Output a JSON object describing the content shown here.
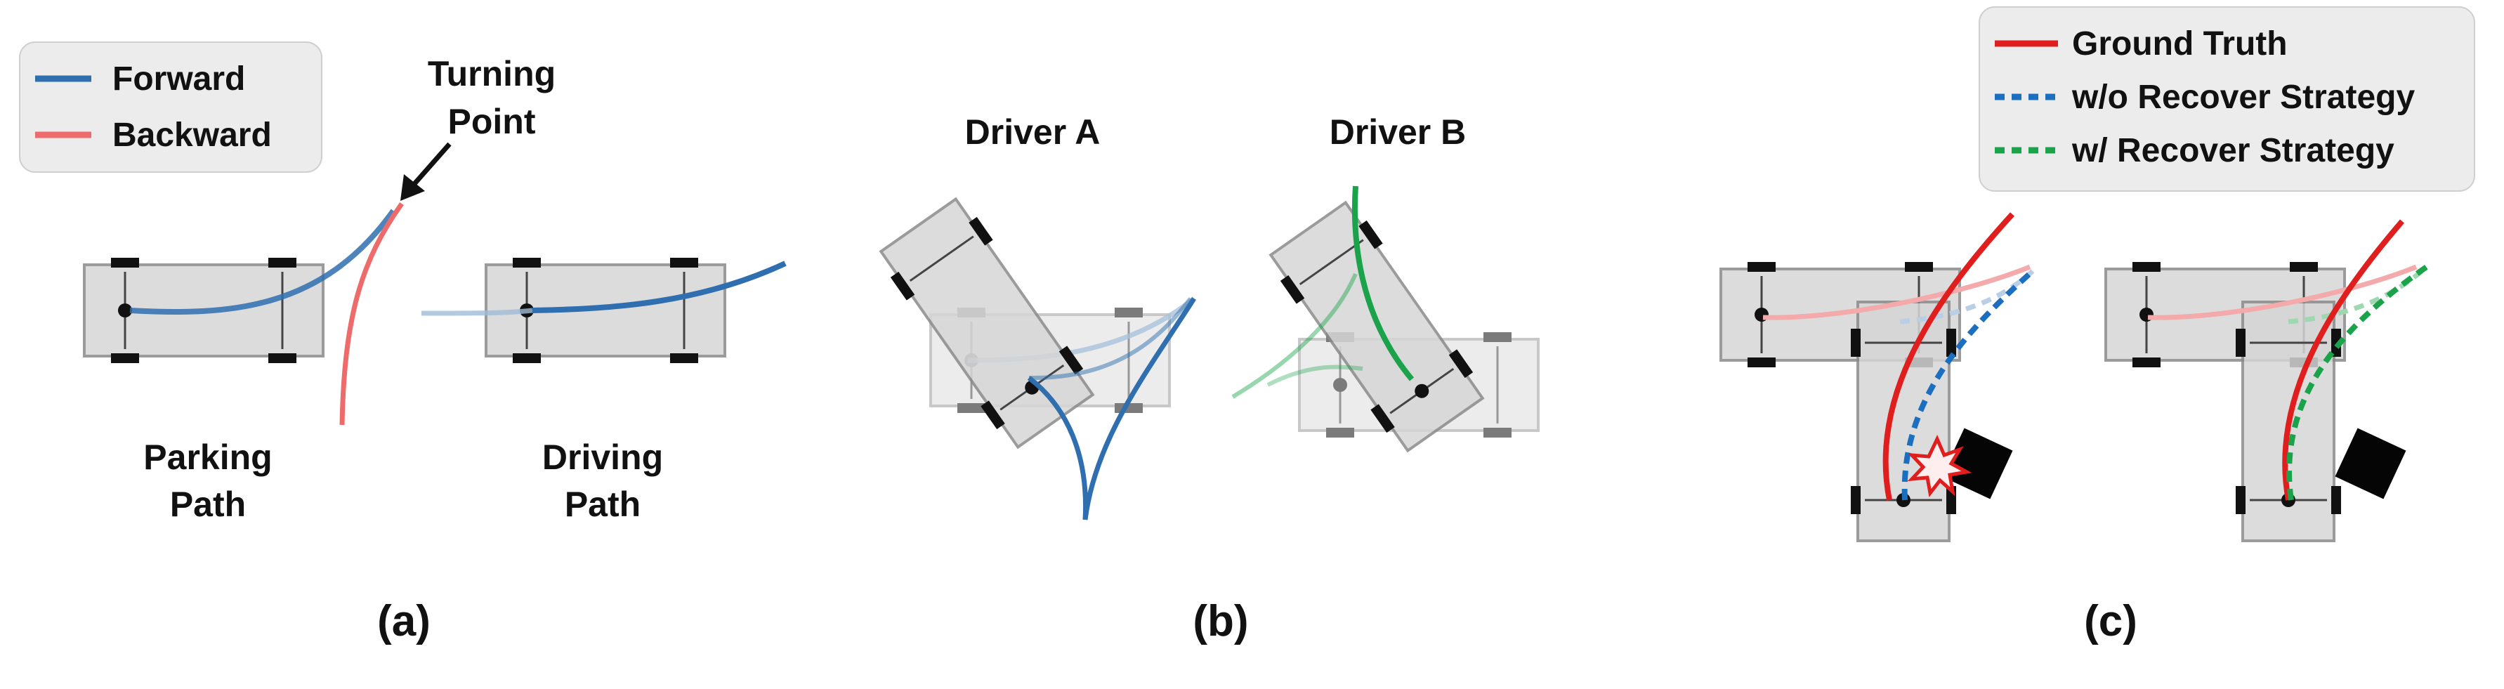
{
  "panel_a": {
    "legend": {
      "forward": "Forward",
      "backward": "Backward"
    },
    "turning_point": {
      "line1": "Turning",
      "line2": "Point"
    },
    "parking_path": {
      "line1": "Parking",
      "line2": "Path"
    },
    "driving_path": {
      "line1": "Driving",
      "line2": "Path"
    },
    "caption": "(a)"
  },
  "panel_b": {
    "driver_a": "Driver A",
    "driver_b": "Driver B",
    "caption": "(b)"
  },
  "panel_c": {
    "legend": {
      "ground_truth": "Ground Truth",
      "without_recover": "w/o Recover Strategy",
      "with_recover": "w/ Recover Strategy"
    },
    "caption": "(c)"
  },
  "colors": {
    "forward": "#2f6fb0",
    "backward": "#ee6b6b",
    "ground_truth": "#e01e1e",
    "without_recover": "#1a6fc0",
    "with_recover": "#1aa34a",
    "car_fill": "#d9d9d9",
    "legend_bg": "#ececec"
  }
}
